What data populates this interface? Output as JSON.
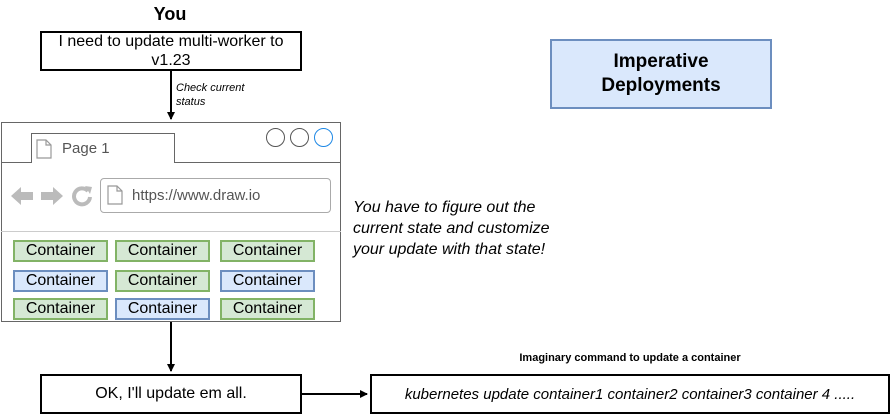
{
  "actor_label": "You",
  "request_text": "I need to update multi-worker to v1.23",
  "check_label": "Check current status",
  "title": "Imperative Deployments",
  "browser": {
    "tab_label": "Page 1",
    "url": "https://www.draw.io",
    "icons": [
      "document-icon",
      "back-arrow-icon",
      "forward-arrow-icon",
      "reload-icon"
    ]
  },
  "containers": [
    [
      {
        "label": "Container",
        "state": "green"
      },
      {
        "label": "Container",
        "state": "green"
      },
      {
        "label": "Container",
        "state": "green"
      }
    ],
    [
      {
        "label": "Container",
        "state": "blue"
      },
      {
        "label": "Container",
        "state": "green"
      },
      {
        "label": "Container",
        "state": "blue"
      }
    ],
    [
      {
        "label": "Container",
        "state": "green"
      },
      {
        "label": "Container",
        "state": "blue"
      },
      {
        "label": "Container",
        "state": "green"
      }
    ]
  ],
  "note": "You have to figure out the current state and customize your update with that state!",
  "response_text": "OK, I'll update em all.",
  "command_caption": "Imaginary command to update a container",
  "command_text": "kubernetes update container1 container2 container3 container 4 .....",
  "colors": {
    "green_fill": "#d5e8d4",
    "green_stroke": "#82b366",
    "blue_fill": "#dae8fc",
    "blue_stroke": "#6c8ebf",
    "active_button": "#1e88e5"
  }
}
